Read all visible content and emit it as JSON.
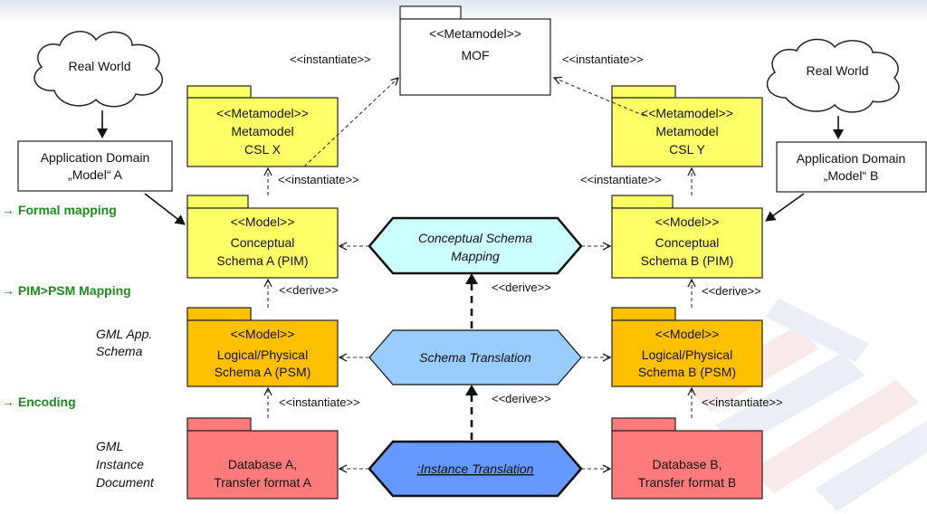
{
  "mof": {
    "stereotype": "<<Metamodel>>",
    "name": "MOF"
  },
  "clouds": {
    "left": "Real World",
    "right": "Real World"
  },
  "domains": {
    "left": [
      "Application Domain",
      "„Model“ A"
    ],
    "right": [
      "Application Domain",
      "„Model“ B"
    ]
  },
  "metamodels": {
    "left": [
      "<<Metamodel>>",
      "Metamodel",
      "CSL X"
    ],
    "right": [
      "<<Metamodel>>",
      "Metamodel",
      "CSL Y"
    ]
  },
  "conceptual": {
    "left": [
      "<<Model>>",
      "Conceptual",
      "Schema A (PIM)"
    ],
    "right": [
      "<<Model>>",
      "Conceptual",
      "Schema B (PIM)"
    ]
  },
  "logical": {
    "left": [
      "<<Model>>",
      "Logical/Physical",
      "Schema A (PSM)"
    ],
    "right": [
      "<<Model>>",
      "Logical/Physical",
      "Schema B (PSM)"
    ]
  },
  "database": {
    "left": [
      "Database A,",
      "Transfer format A"
    ],
    "right": [
      "Database B,",
      "Transfer format B"
    ]
  },
  "hexagons": {
    "mapping": [
      "Conceptual Schema",
      "Mapping"
    ],
    "translation": [
      "Schema Translation"
    ],
    "instance": [
      ":Instance Translation"
    ]
  },
  "relations": {
    "instantiate": "<<instantiate>>",
    "derive": "<<derive>>"
  },
  "side_labels": {
    "formal": "→ Formal mapping",
    "pim_psm": "→ PIM>PSM Mapping",
    "encoding": "→ Encoding",
    "gml_app": [
      "GML App.",
      "Schema"
    ],
    "gml_instance": [
      "GML",
      "Instance",
      "Document"
    ]
  },
  "colors": {
    "yellow": "#ffff66",
    "orange": "#ffc000",
    "red": "#ff7b7b",
    "hex_light": "#ccffff",
    "hex_mid": "#99ccff",
    "hex_dark": "#6699ff",
    "green_text": "#1f8a1f"
  }
}
